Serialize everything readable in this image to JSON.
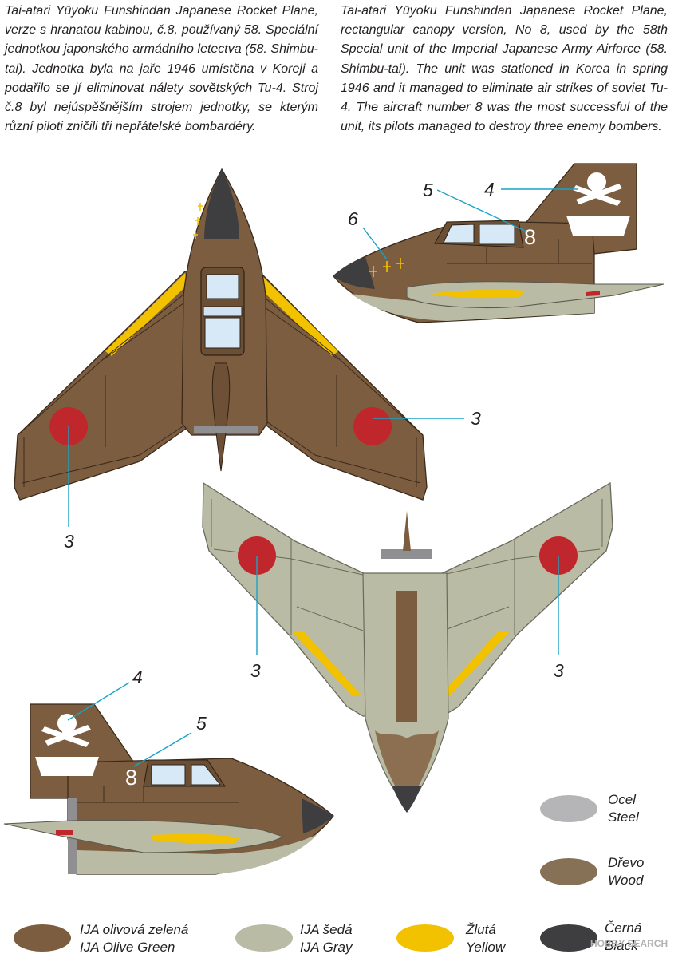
{
  "description": {
    "czech": "Tai-atari Yūyoku Funshindan Japanese Rocket Plane, verze s hranatou kabinou, č.8, používaný 58. Speciální jednotkou japonského armádního letectva (58. Shimbu-tai). Jednotka byla na jaře 1946 umístěna v Koreji a podařilo se jí eliminovat nálety sovětských Tu-4. Stroj č.8 byl nejúspěšnějším strojem jednotky, se kterým různí piloti zničili tři nepřátelské bombardéry.",
    "english": "Tai-atari Yūyoku Funshindan Japanese Rocket Plane, rectangular canopy version, No 8, used by the 58th Special unit of the Imperial Japanese Army Airforce (58. Shimbu-tai). The unit was stationed in Korea in spring 1946 and it managed to eliminate air strikes of soviet Tu-4. The aircraft number 8 was the most successful of the unit, its pilots managed to destroy three enemy bombers."
  },
  "callouts": {
    "roundel_top_left": "3",
    "roundel_top_right": "3",
    "roundel_bottom_left": "3",
    "roundel_bottom_right": "3",
    "side_right_emblem": "4",
    "side_right_number": "5",
    "side_right_kills": "6",
    "side_left_emblem": "4",
    "side_left_number": "5"
  },
  "aircraft_number": "8",
  "colors": {
    "olive_green": "#7d5d3f",
    "ija_gray": "#b9bba5",
    "yellow": "#f2c200",
    "black": "#3e3e40",
    "steel": "#b5b5b7",
    "wood": "#867156",
    "hinomaru": "#c0272d",
    "leader": "#1aa3c6"
  },
  "legend": [
    {
      "cz": "Ocel",
      "en": "Steel",
      "color": "#b5b5b7"
    },
    {
      "cz": "Dřevo",
      "en": "Wood",
      "color": "#867156"
    },
    {
      "cz": "IJA olivová zelená",
      "en": "IJA Olive Green",
      "color": "#7d5d3f"
    },
    {
      "cz": "IJA šedá",
      "en": "IJA Gray",
      "color": "#b9bba5"
    },
    {
      "cz": "Žlutá",
      "en": "Yellow",
      "color": "#f2c200"
    },
    {
      "cz": "Černá",
      "en": "Black",
      "color": "#3e3e40"
    }
  ],
  "watermark": "HOBBY SEARCH"
}
